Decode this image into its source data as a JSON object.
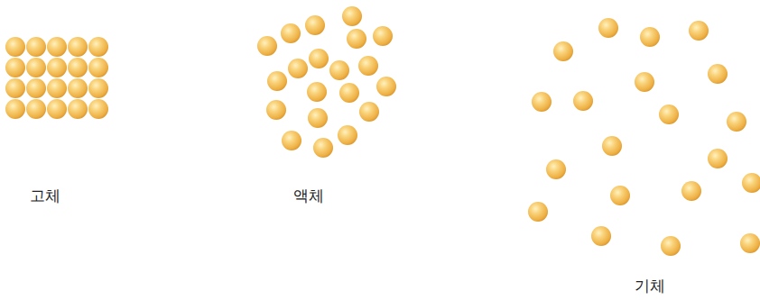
{
  "diagram": {
    "labels": [
      "고체",
      "액체",
      "기체"
    ]
  }
}
